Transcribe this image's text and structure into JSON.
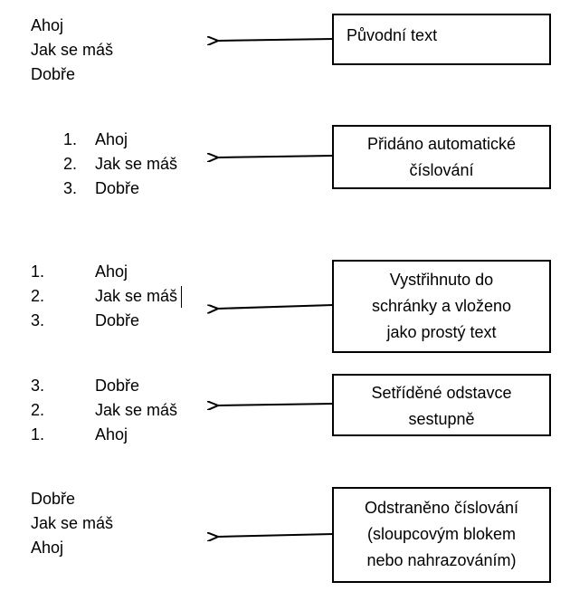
{
  "steps": [
    {
      "lines": [
        {
          "label": "Ahoj"
        },
        {
          "label": "Jak se máš"
        },
        {
          "label": "Dobře"
        }
      ],
      "note_lines": [
        "Původní text"
      ]
    },
    {
      "lines": [
        {
          "number": "1.",
          "label": "Ahoj"
        },
        {
          "number": "2.",
          "label": "Jak se máš"
        },
        {
          "number": "3.",
          "label": "Dobře"
        }
      ],
      "note_lines": [
        "Přidáno automatické",
        "číslování"
      ]
    },
    {
      "lines": [
        {
          "number": "1.",
          "label": "Ahoj"
        },
        {
          "number": "2.",
          "label": "Jak se máš"
        },
        {
          "number": "3.",
          "label": "Dobře"
        }
      ],
      "note_lines": [
        "Vystřihnuto do",
        "schránky a vloženo",
        "jako prostý text"
      ]
    },
    {
      "lines": [
        {
          "number": "3.",
          "label": "Dobře"
        },
        {
          "number": "2.",
          "label": "Jak se máš"
        },
        {
          "number": "1.",
          "label": "Ahoj"
        }
      ],
      "note_lines": [
        "Setříděné odstavce",
        "sestupně"
      ]
    },
    {
      "lines": [
        {
          "label": "Dobře"
        },
        {
          "label": "Jak se máš"
        },
        {
          "label": "Ahoj"
        }
      ],
      "note_lines": [
        "Odstraněno číslování",
        "(sloupcovým blokem",
        "nebo nahrazováním)"
      ]
    }
  ]
}
